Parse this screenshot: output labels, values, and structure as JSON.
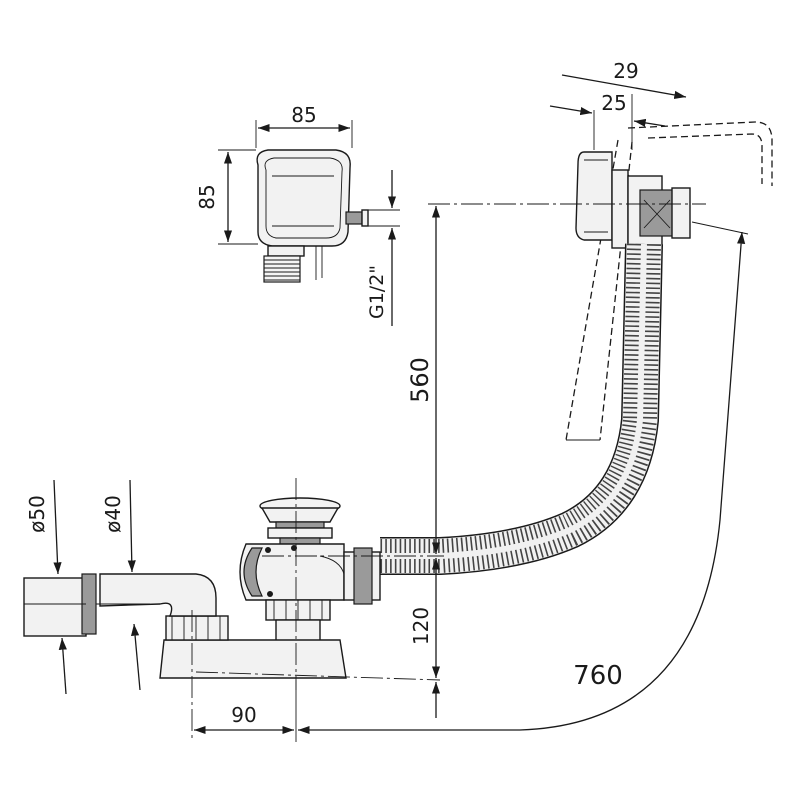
{
  "dimensions": {
    "d29": "29",
    "d25": "25",
    "d85_width": "85",
    "d85_height": "85",
    "thread": "G1/2\"",
    "d560": "560",
    "d120": "120",
    "d90": "90",
    "d760": "760",
    "diam50": "ø50",
    "diam40": "ø40"
  },
  "colors": {
    "line": "#1a1a1a",
    "part_fill": "#f2f2f2",
    "shade": "#9a9a9a"
  }
}
